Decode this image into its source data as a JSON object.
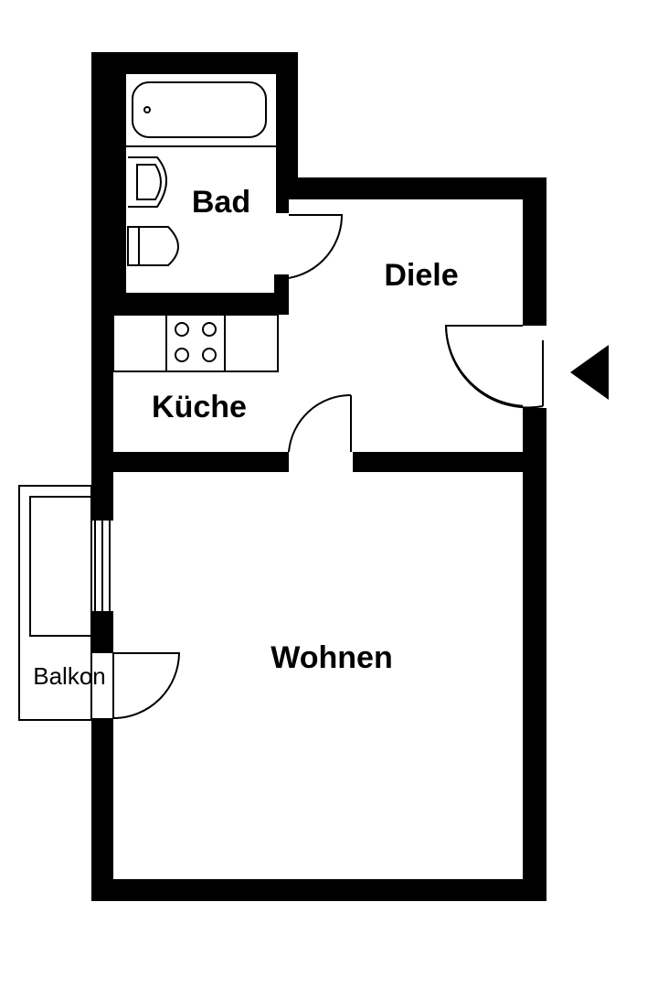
{
  "rooms": {
    "bad": "Bad",
    "diele": "Diele",
    "kueche": "Küche",
    "wohnen": "Wohnen",
    "balkon": "Balkon"
  },
  "colors": {
    "wall": "#000000",
    "background": "#ffffff"
  },
  "icons": {
    "entrance": "entrance-arrow-icon",
    "bathtub": "bathtub-icon",
    "washbasin": "washbasin-icon",
    "toilet": "toilet-icon",
    "stove": "stove-icon"
  }
}
